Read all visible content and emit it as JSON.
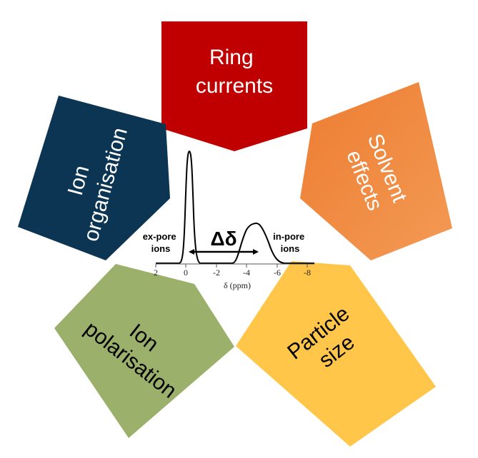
{
  "pentagons": {
    "ring": {
      "lines": [
        "Ring",
        "currents"
      ],
      "color": "#c00000",
      "text_color": "#ffffff"
    },
    "solvent": {
      "lines": [
        "Solvent",
        "effects"
      ],
      "color_start": "#ed7d31",
      "color_end": "#f39a55",
      "text_color": "#ffffff"
    },
    "particle": {
      "lines": [
        "Particle",
        "size"
      ],
      "color": "#ffc64a",
      "text_color": "#000000"
    },
    "polarisation": {
      "lines": [
        "Ion",
        "polarisation"
      ],
      "color": "#9bb06a",
      "text_color": "#000000"
    },
    "organisation": {
      "lines": [
        "Ion",
        "organisation"
      ],
      "color": "#0b3552",
      "text_color": "#ffffff"
    }
  },
  "spectrum": {
    "ex_pore_label": [
      "ex-pore",
      "ions"
    ],
    "in_pore_label": [
      "in-pore",
      "ions"
    ],
    "delta_label": "Δδ",
    "xlabel": "δ (ppm)",
    "ticks": [
      "2",
      "0",
      "-2",
      "-4",
      "-6",
      "-8"
    ]
  }
}
